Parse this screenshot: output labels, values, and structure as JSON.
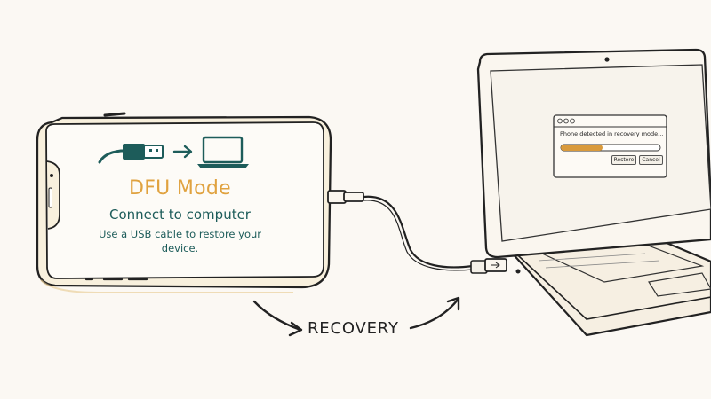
{
  "phone_screen": {
    "title": "DFU Mode",
    "subtitle": "Connect to computer",
    "description": "Use a USB cable to restore your device."
  },
  "flow_label": "RECOVERY",
  "laptop_dialog": {
    "message": "Phone detected in recovery mode...",
    "progress": 0.42,
    "buttons": {
      "restore": "Restore",
      "cancel": "Cancel"
    }
  },
  "icons": [
    "usb-plug-icon",
    "arrow-right-icon",
    "laptop-icon"
  ],
  "colors": {
    "background": "#fbf8f3",
    "title": "#e0a23f",
    "text_teal": "#1d5c5a",
    "progress": "#d99a3c",
    "outline": "#222222"
  }
}
